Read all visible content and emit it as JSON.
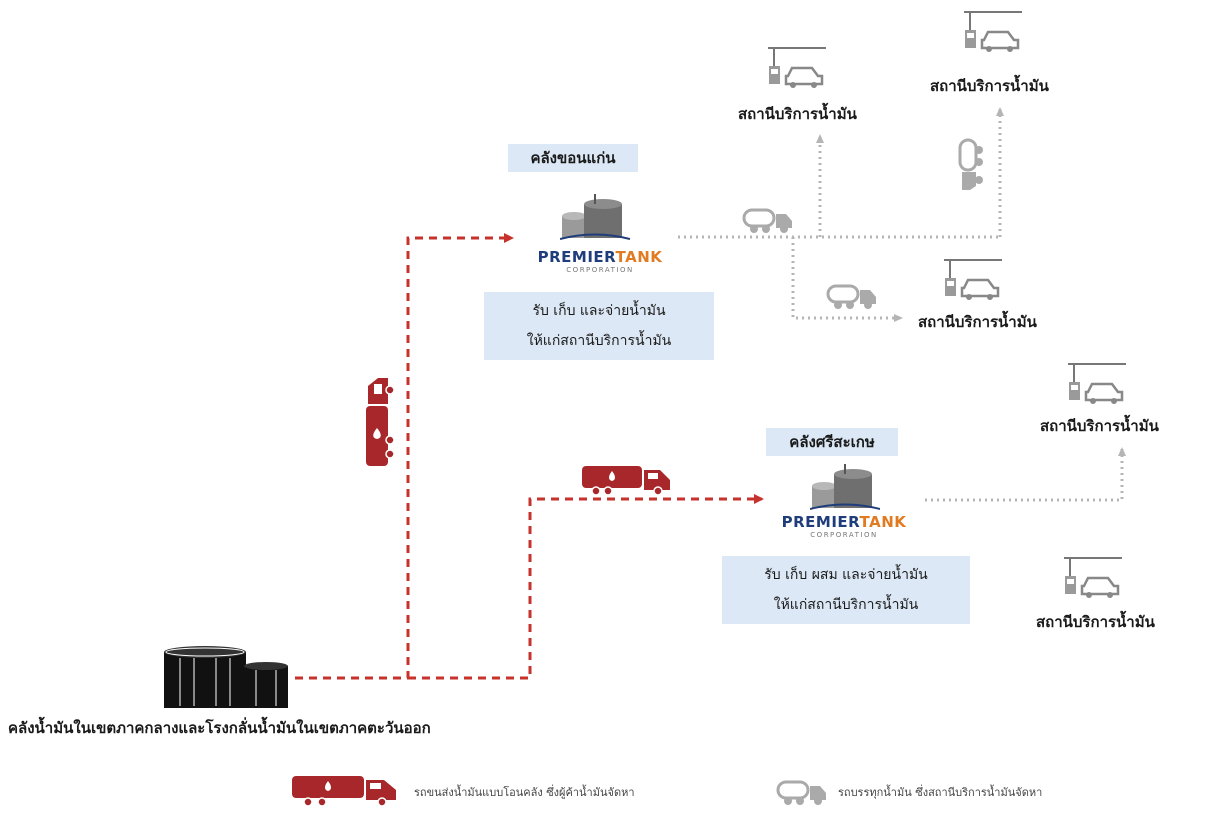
{
  "depots": [
    {
      "title": "คลังขอนแก่น",
      "brand_main_1": "PREMIER",
      "brand_main_2": "TANK",
      "brand_sub": "CORPORATION",
      "desc_line1": "รับ เก็บ และจ่ายน้ำมัน",
      "desc_line2": "ให้แก่สถานีบริการน้ำมัน"
    },
    {
      "title": "คลังศรีสะเกษ",
      "brand_main_1": "PREMIER",
      "brand_main_2": "TANK",
      "brand_sub": "CORPORATION",
      "desc_line1": "รับ เก็บ ผสม และจ่ายน้ำมัน",
      "desc_line2": "ให้แก่สถานีบริการน้ำมัน"
    }
  ],
  "stations": [
    {
      "label": "สถานีบริการน้ำมัน"
    },
    {
      "label": "สถานีบริการน้ำมัน"
    },
    {
      "label": "สถานีบริการน้ำมัน"
    },
    {
      "label": "สถานีบริการน้ำมัน"
    },
    {
      "label": "สถานีบริการน้ำมัน"
    }
  ],
  "source": {
    "label": "คลังน้ำมันในเขตภาคกลางและโรงกลั่นน้ำมันในเขตภาคตะวันออก"
  },
  "legend": {
    "red_truck": "รถขนส่งน้ำมันแบบโอนคลัง ซึ่งผู้ค้าน้ำมันจัดหา",
    "grey_truck": "รถบรรทุกน้ำมัน ซึ่งสถานีบริการน้ำมันจัดหา"
  },
  "colors": {
    "transfer_route": "#c8322c",
    "delivery_route": "#b5b5b5",
    "label_bg": "#dce8f5",
    "brand_blue": "#1f3d7a",
    "brand_orange": "#e07b22"
  },
  "icons": [
    "fuel-station-icon",
    "tanker-truck-icon",
    "fuel-tank-icon",
    "oil-storage-icon"
  ]
}
